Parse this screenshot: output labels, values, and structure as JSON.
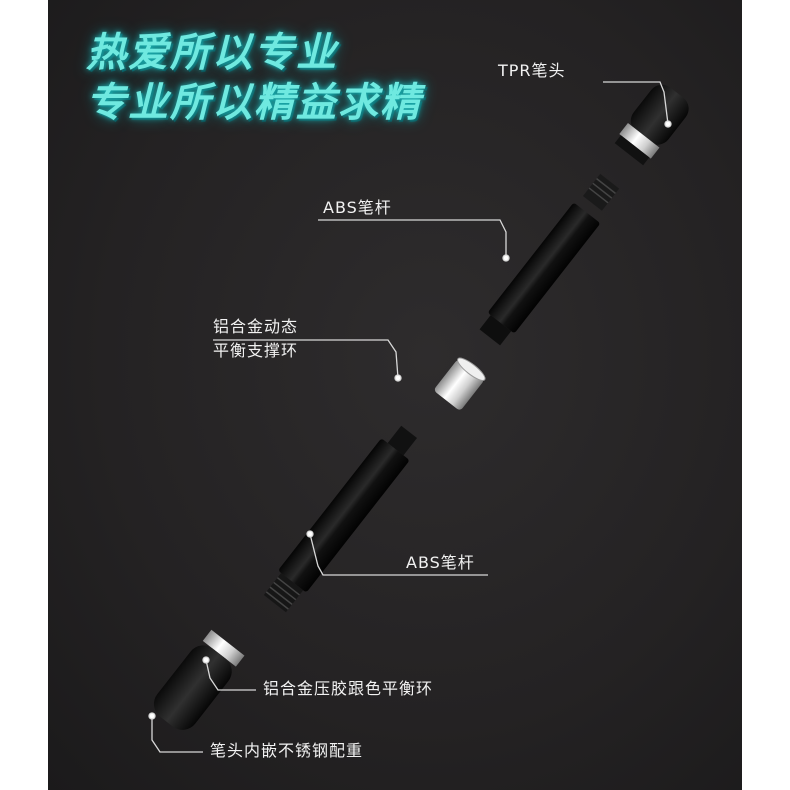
{
  "headline": {
    "line1": "热爱所以专业",
    "line2": "专业所以精益求精"
  },
  "callouts": {
    "tpr_tip": "TPR笔头",
    "abs_upper": "ABS笔杆",
    "ring_line1": "铝合金动态",
    "ring_line2": "平衡支撑环",
    "abs_lower": "ABS笔杆",
    "balance_ring": "铝合金压胶跟色平衡环",
    "counterweight": "笔头内嵌不锈钢配重"
  },
  "colors": {
    "background": "#242223",
    "headline": "#6fe9e0",
    "label": "#f2f2f2",
    "pen_body": "#0b0b0b",
    "metal": "#d9d9d9"
  }
}
